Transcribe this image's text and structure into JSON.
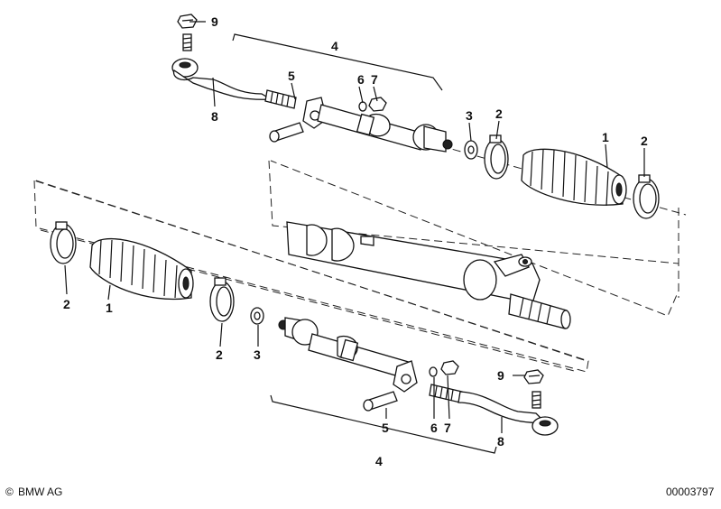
{
  "diagram": {
    "callouts": {
      "n1": "1",
      "n2": "2",
      "n3": "3",
      "n4": "4",
      "n5": "5",
      "n6": "6",
      "n7": "7",
      "n8": "8",
      "n9": "9"
    },
    "footer": {
      "brand": "BMW AG",
      "copyright_symbol": "©",
      "image_code": "00003797"
    }
  }
}
